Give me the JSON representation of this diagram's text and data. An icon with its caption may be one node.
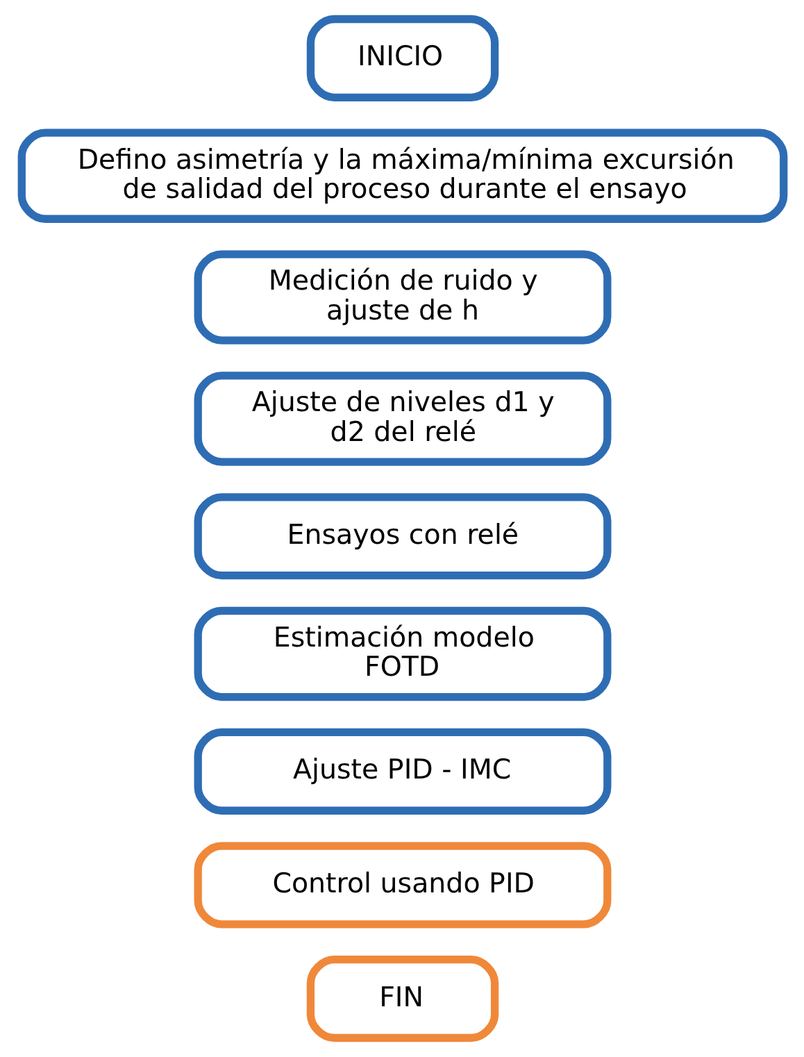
{
  "diagram": {
    "nodes": [
      {
        "text": [
          "INICIO"
        ]
      },
      {
        "text": [
          "Defino asimetría y la máxima/mínima excursión de salidad del proceso durante el ensayo"
        ]
      },
      {
        "text": [
          "Medición de ruido y ajuste de h"
        ]
      },
      {
        "text": [
          "Ajuste de niveles d1 y d2 del relé"
        ]
      },
      {
        "text": [
          "Ensayos con relé"
        ]
      },
      {
        "text": [
          "Estimación modelo FOTD"
        ]
      },
      {
        "text": [
          "Ajuste PID - IMC"
        ]
      },
      {
        "text": [
          "Control usando PID"
        ]
      },
      {
        "text": [
          "FIN"
        ]
      }
    ]
  }
}
